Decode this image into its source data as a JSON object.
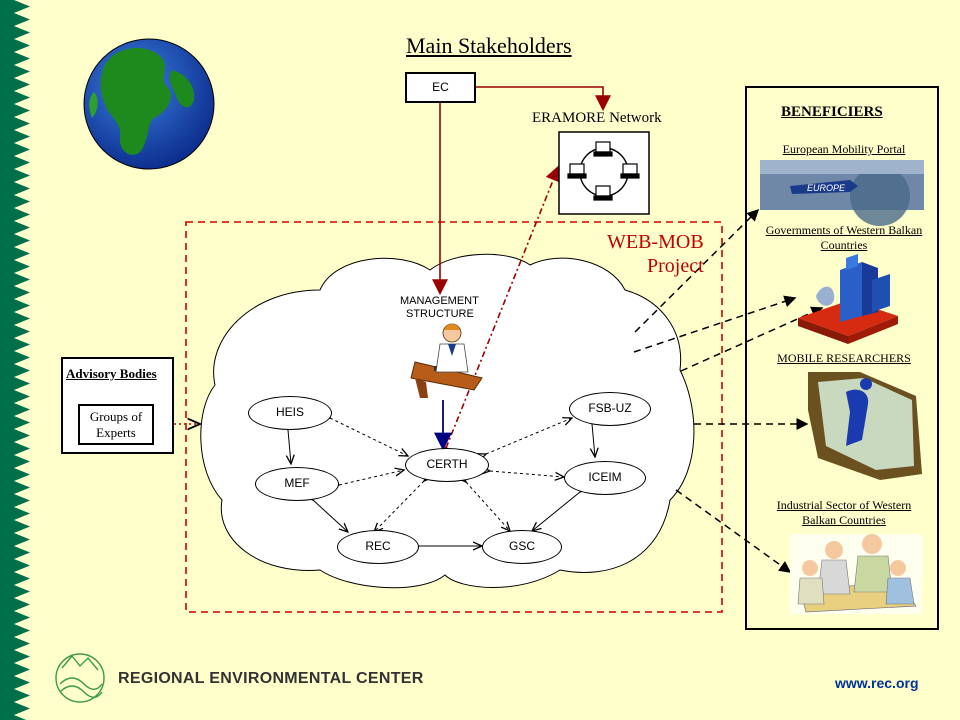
{
  "title": "Main Stakeholders",
  "ec": "EC",
  "eramore": "ERAMORE Network",
  "project": {
    "line1": "WEB-MOB",
    "line2": "Project"
  },
  "management": {
    "line1": "MANAGEMENT",
    "line2": "STRUCTURE"
  },
  "nodes": {
    "heis": "HEIS",
    "mef": "MEF",
    "rec": "REC",
    "gsc": "GSC",
    "certh": "CERTH",
    "iceim": "ICEIM",
    "fsbuz": "FSB-UZ"
  },
  "advisory": {
    "title": "Advisory Bodies",
    "inner": "Groups of Experts"
  },
  "beneficiers": {
    "title": "BENEFICIERS",
    "items": [
      {
        "label": "European Mobility Portal",
        "image_text": "EUROPE"
      },
      {
        "label": "Governments of Western Balkan Countries"
      },
      {
        "label": "MOBILE RESEARCHERS"
      },
      {
        "label": "Industrial Sector of Western Balkan Countries"
      }
    ]
  },
  "footer": {
    "org": "REGIONAL ENVIRONMENTAL CENTER",
    "url": "www.rec.org"
  },
  "colors": {
    "background": "#ffffcc",
    "border_green": "#006633",
    "red": "#c00000",
    "navy": "#000080"
  }
}
